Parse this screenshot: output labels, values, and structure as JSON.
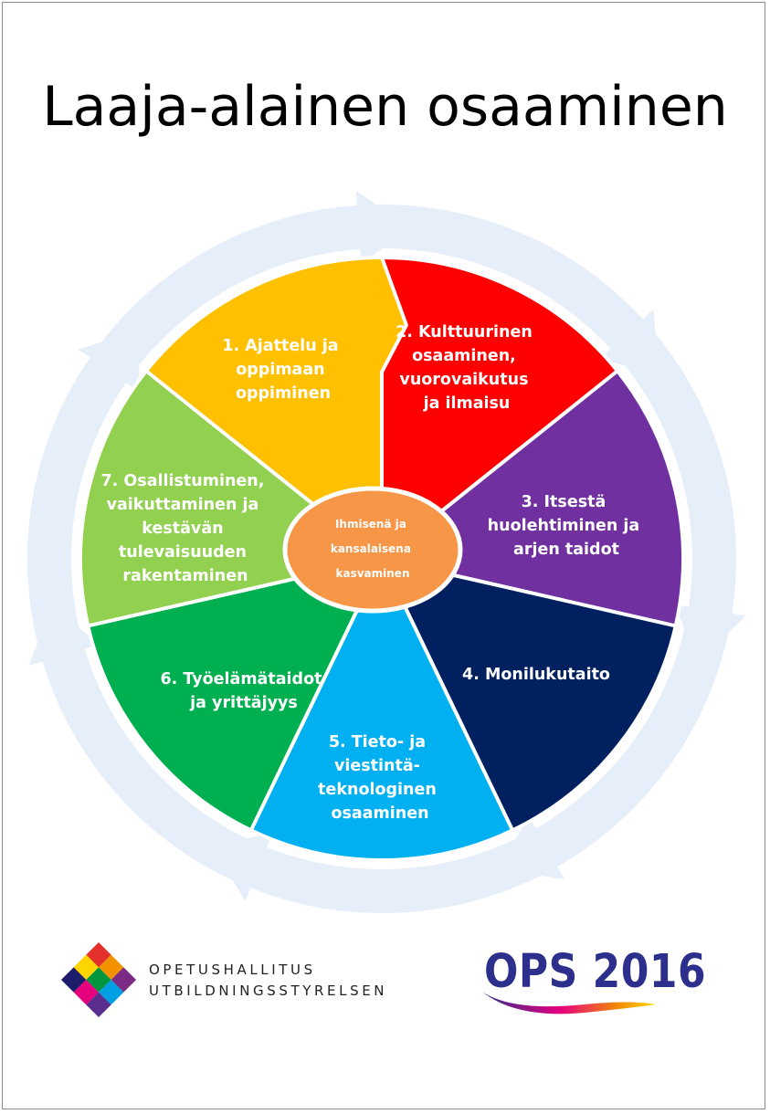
{
  "title": "Laaja-alainen osaaminen",
  "center": {
    "lines": [
      "Ihmisenä ja",
      "kansalaisena",
      "kasvaminen"
    ],
    "color": "#f79646"
  },
  "segments": [
    {
      "id": "1",
      "lines": [
        "1. Ajattelu ja",
        "oppimaan",
        "oppiminen"
      ],
      "color": "#fe0000"
    },
    {
      "id": "2",
      "lines": [
        "2. Kulttuurinen",
        "osaaminen,",
        "vuorovaikutus",
        "ja ilmaisu"
      ],
      "color": "#7030a0"
    },
    {
      "id": "3",
      "lines": [
        "3. Itsestä",
        "huolehtiminen ja",
        "arjen taidot"
      ],
      "color": "#002060"
    },
    {
      "id": "4",
      "lines": [
        "4. Monilukutaito"
      ],
      "color": "#00b0f0"
    },
    {
      "id": "5",
      "lines": [
        "5. Tieto- ja",
        "viestintä-",
        "teknologinen",
        "osaaminen"
      ],
      "color": "#00b050"
    },
    {
      "id": "6",
      "lines": [
        "6. Työelämätaidot",
        "ja yrittäjyys"
      ],
      "color": "#92d050"
    },
    {
      "id": "7",
      "lines": [
        "7. Osallistuminen,",
        "vaikuttaminen ja",
        "kestävän",
        "tulevaisuuden",
        "rakentaminen"
      ],
      "color": "#ffc000"
    }
  ],
  "ring_color": "#e6eefa",
  "logo_left": {
    "lines": [
      "OPETUSHALLITUS",
      "UTBILDNINGSSTYRELSEN"
    ],
    "colors": [
      "#e4312b",
      "#f39200",
      "#7b2b83",
      "#ffd500",
      "#009640",
      "#009fe3",
      "#1d1d6b",
      "#e6007e",
      "#5b2d8e"
    ]
  },
  "logo_right": {
    "text": "OPS 2016",
    "color": "#2d2f8c"
  }
}
